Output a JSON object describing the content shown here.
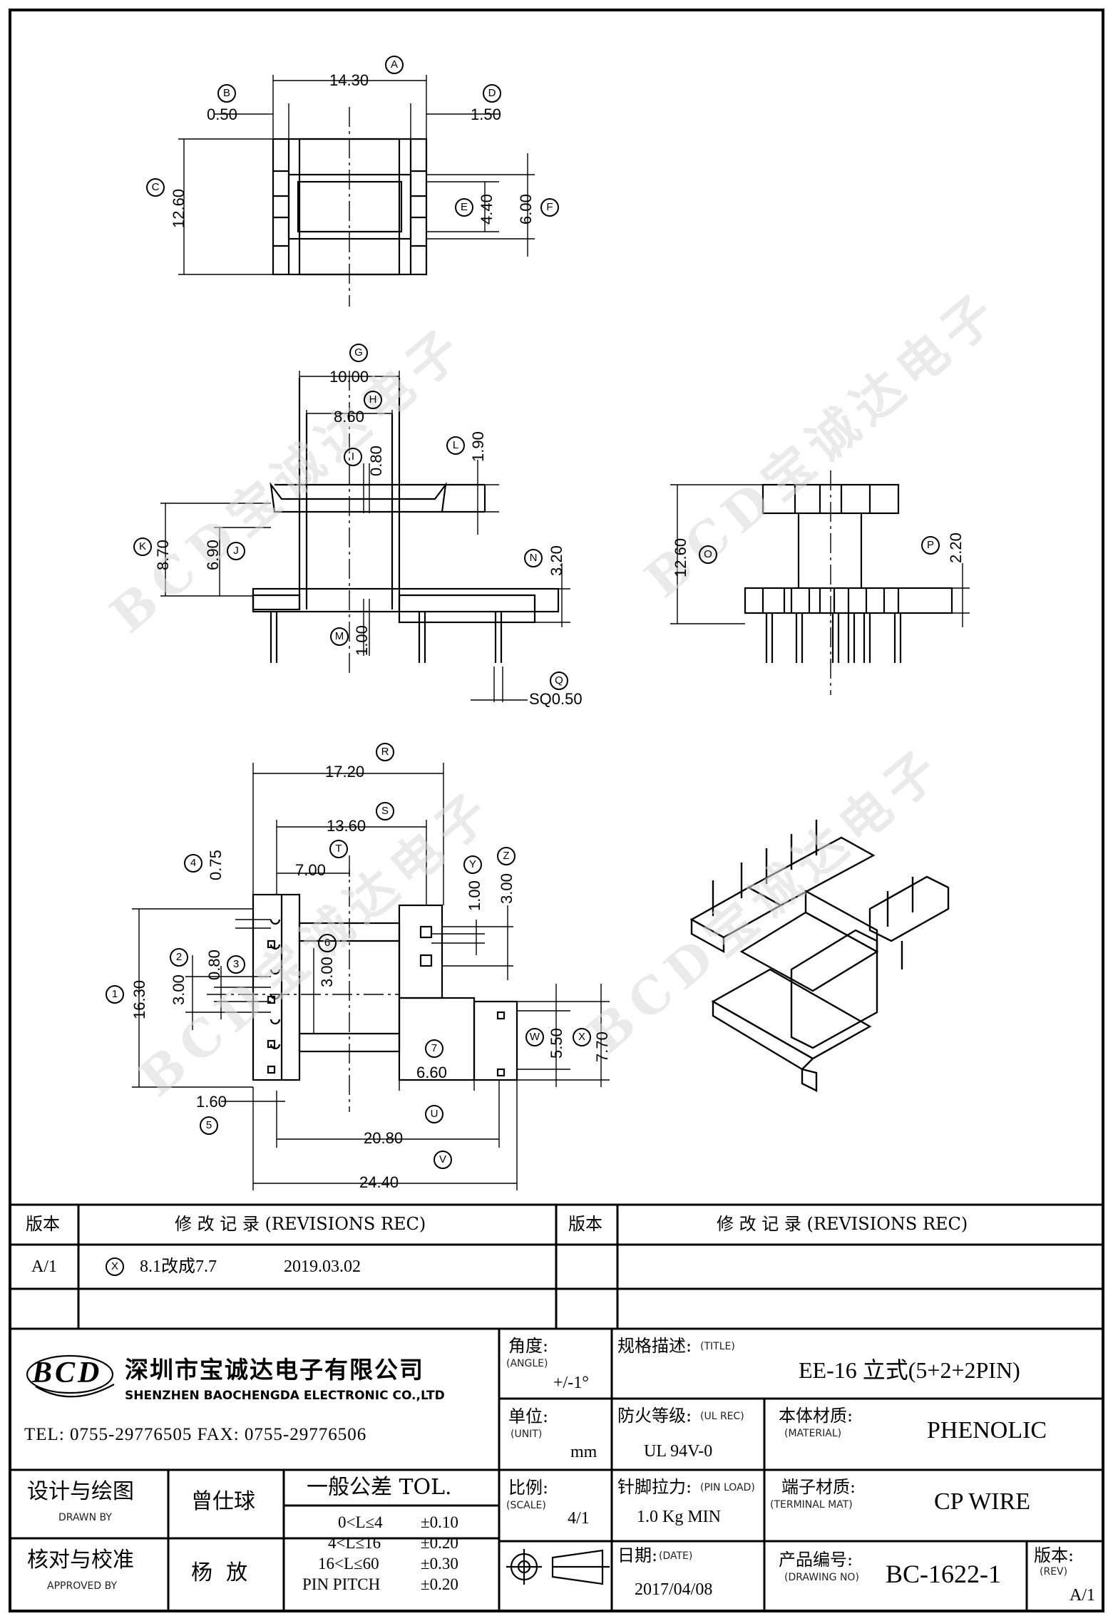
{
  "company": {
    "logo_text": "BCD",
    "name_cn": "深圳市宝诚达电子有限公司",
    "name_en": "SHENZHEN BAOCHENGDA ELECTRONIC CO.,LTD",
    "tel_fax": "TEL: 0755-29776505  FAX: 0755-29776506"
  },
  "watermark": "BCD宝诚达电子",
  "revision_table": {
    "col_version": "版本",
    "col_record": "修 改 记 录  (REVISIONS REC)",
    "rows": [
      {
        "version": "A/1",
        "mark": "X",
        "note": "8.1改成7.7",
        "date": "2019.03.02"
      }
    ]
  },
  "title_block": {
    "angle_label": "角度:",
    "angle_label_en": "(ANGLE)",
    "angle_value": "+/-1°",
    "unit_label": "单位:",
    "unit_label_en": "(UNIT)",
    "unit_value": "mm",
    "scale_label": "比例:",
    "scale_label_en": "(SCALE)",
    "scale_value": "4/1",
    "title_label": "规格描述:",
    "title_label_en": "(TITLE)",
    "title_value": "EE-16 立式(5+2+2PIN)",
    "ul_label": "防火等级:",
    "ul_label_en": "(UL REC)",
    "ul_value": "UL 94V-0",
    "material_label": "本体材质:",
    "material_label_en": "(MATERIAL)",
    "material_value": "PHENOLIC",
    "pin_load_label": "针脚拉力:",
    "pin_load_label_en": "(PIN LOAD)",
    "pin_load_value": "1.0 Kg MIN",
    "terminal_label": "端子材质:",
    "terminal_label_en": "(TERMINAL MAT)",
    "terminal_value": "CP WIRE",
    "date_label": "日期:",
    "date_label_en": "(DATE)",
    "date_value": "2017/04/08",
    "drawing_no_label": "产品编号:",
    "drawing_no_label_en": "(DRAWING NO)",
    "drawing_no_value": "BC-1622-1",
    "rev_label": "版本:",
    "rev_label_en": "(REV)",
    "rev_value": "A/1",
    "drawn_label": "设计与绘图",
    "drawn_label_en": "DRAWN BY",
    "drawn_by": "曾仕球",
    "approved_label": "核对与校准",
    "approved_label_en": "APPROVED BY",
    "approved_by": "杨  放",
    "tol_title": "一般公差 TOL.",
    "tolerances": [
      {
        "range": "0<L≤4",
        "value": "±0.10"
      },
      {
        "range": "4<L≤16",
        "value": "±0.20"
      },
      {
        "range": "16<L≤60",
        "value": "±0.30"
      },
      {
        "range": "PIN PITCH",
        "value": "±0.20"
      }
    ]
  },
  "dimensions": {
    "A": "14.30",
    "B": "0.50",
    "C": "12.60",
    "D": "1.50",
    "E": "4.40",
    "F": "6.00",
    "G": "10.00",
    "H": "8.60",
    "I": "0.80",
    "J": "6.90",
    "K": "8.70",
    "L": "1.90",
    "M": "1.00",
    "N": "3.20",
    "O": "12.60",
    "P": "2.20",
    "Q": "SQ0.50",
    "R": "17.20",
    "S": "13.60",
    "T": "7.00",
    "U": "20.80",
    "V": "24.40",
    "W": "5.50",
    "X": "7.70",
    "Y": "1.00",
    "Z": "3.00",
    "d1": "16.30",
    "d2": "3.00",
    "d3": "0.80",
    "d4": "0.75",
    "d5": "1.60",
    "d6": "3.00",
    "d7": "6.60"
  },
  "labels": {
    "A": "A",
    "B": "B",
    "C": "C",
    "D": "D",
    "E": "E",
    "F": "F",
    "G": "G",
    "H": "H",
    "I": "I",
    "J": "J",
    "K": "K",
    "L": "L",
    "M": "M",
    "N": "N",
    "O": "O",
    "P": "P",
    "Q": "Q",
    "R": "R",
    "S": "S",
    "T": "T",
    "U": "U",
    "V": "V",
    "W": "W",
    "X": "X",
    "Y": "Y",
    "Z": "Z",
    "n1": "1",
    "n2": "2",
    "n3": "3",
    "n4": "4",
    "n5": "5",
    "n6": "6",
    "n7": "7"
  }
}
